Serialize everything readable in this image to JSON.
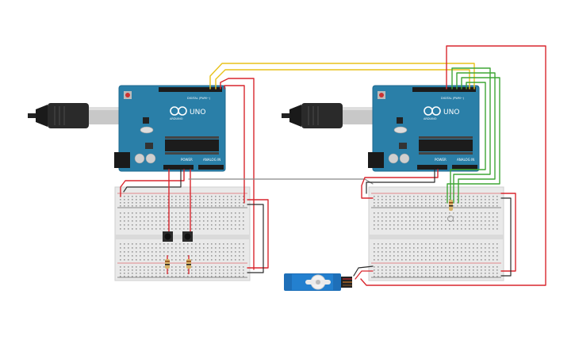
{
  "boards": [
    {
      "id": "left",
      "brand": "ARDUINO",
      "model": "UNO",
      "digital_label": "DIGITAL (PWM~)",
      "power_label": "POWER",
      "analog_label": "ANALOG IN"
    },
    {
      "id": "right",
      "brand": "ARDUINO",
      "model": "UNO",
      "digital_label": "DIGITAL (PWM~)",
      "power_label": "POWER",
      "analog_label": "ANALOG IN"
    }
  ],
  "colors": {
    "board": "#2a7fa8",
    "board_edge": "#1f6a8f",
    "breadboard": "#e9e9e9",
    "wire_red": "#d9272e",
    "wire_black": "#2b2b2b",
    "wire_yellow": "#e8c21a",
    "wire_green": "#3fa535",
    "wire_gray": "#888888",
    "servo": "#1e6fb8"
  },
  "icons": [
    "usb-cable-icon",
    "pushbutton-icon",
    "resistor-icon",
    "potentiometer-icon",
    "servo-icon"
  ]
}
